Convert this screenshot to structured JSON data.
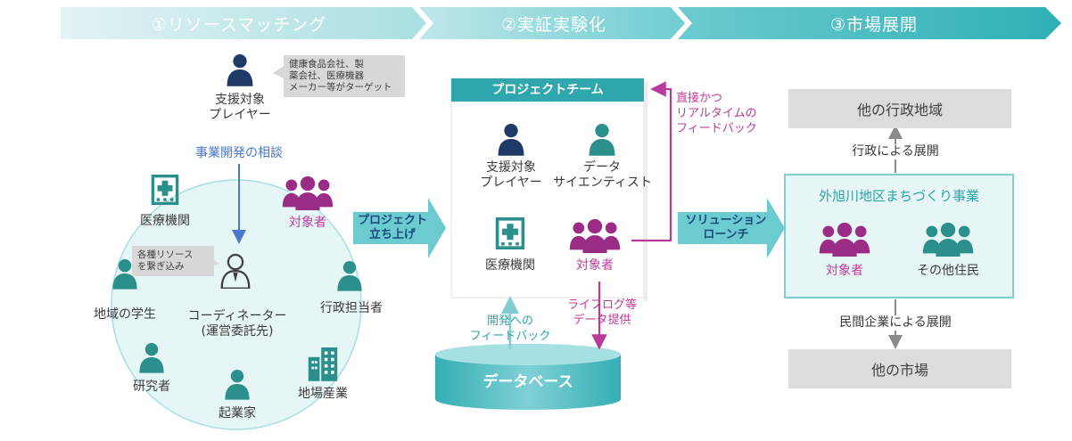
{
  "colors": {
    "teal": "#3fbcc1",
    "magenta": "#9b2c86",
    "navy": "#1f3a66",
    "blue_text": "#4a77c9",
    "grey_box": "#dcdcdc"
  },
  "phases": [
    {
      "label": "①リソースマッチング"
    },
    {
      "label": "②実証実験化"
    },
    {
      "label": "③市場展開"
    }
  ],
  "stage1": {
    "player": {
      "line1": "支援対象",
      "line2": "プレイヤー"
    },
    "target_note": {
      "line1": "健康食品会社、製",
      "line2": "薬会社、医療機器",
      "line3": "メーカー等がターゲット"
    },
    "consult": "事業開発の相談",
    "medical": "医療機関",
    "subjects": "対象者",
    "resource_note": {
      "line1": "各種リソース",
      "line2": "を繋ぎ込み"
    },
    "students": "地域の学生",
    "coordinator": {
      "line1": "コーディネーター",
      "line2": "(運営委託先)"
    },
    "admin": "行政担当者",
    "researcher": "研究者",
    "entrepreneur": "起業家",
    "industry": "地場産業"
  },
  "launch_arrow": {
    "line1": "プロジェクト",
    "line2": "立ち上げ"
  },
  "stage2": {
    "team_title": "プロジェクトチーム",
    "player": {
      "line1": "支援対象",
      "line2": "プレイヤー"
    },
    "scientist": {
      "line1": "データ",
      "line2": "サイエンティスト"
    },
    "medical": "医療機関",
    "subjects": "対象者",
    "realtime": {
      "line1": "直接かつ",
      "line2": "リアルタイムの",
      "line3": "フィードバック"
    },
    "dev_feedback": {
      "line1": "開発への",
      "line2": "フィードバック"
    },
    "lifelog": {
      "line1": "ライフログ等",
      "line2": "データ提供"
    },
    "database": "データベース"
  },
  "solution_arrow": {
    "line1": "ソリューション",
    "line2": "ローンチ"
  },
  "stage3": {
    "other_regions": "他の行政地域",
    "gov_expansion": "行政による展開",
    "project_title": "外旭川地区まちづくり事業",
    "subjects": "対象者",
    "residents": "その他住民",
    "private_expansion": "民間企業による展開",
    "other_markets": "他の市場"
  }
}
